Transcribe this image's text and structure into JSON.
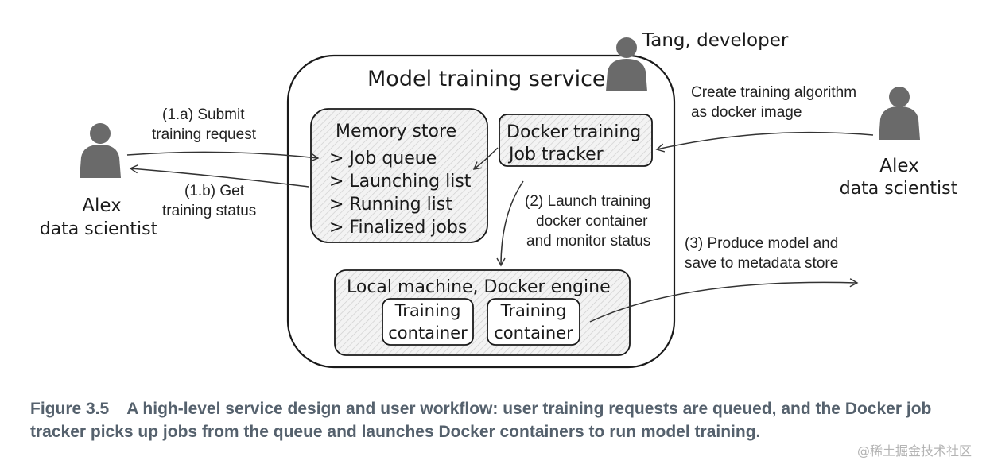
{
  "service": {
    "title": "Model training service",
    "developer": "Tang, developer"
  },
  "memory_store": {
    "title": "Memory store",
    "items": [
      "> Job queue",
      "> Launching list",
      "> Running list",
      "> Finalized jobs"
    ]
  },
  "tracker": {
    "line1": "Docker training",
    "line2": "Job tracker"
  },
  "engine": {
    "title": "Local machine, Docker engine",
    "containers": [
      {
        "line1": "Training",
        "line2": "container"
      },
      {
        "line1": "Training",
        "line2": "container"
      }
    ]
  },
  "left_user": {
    "name": "Alex",
    "role": "data scientist"
  },
  "right_user": {
    "name": "Alex",
    "role": "data scientist"
  },
  "labels": {
    "submit": [
      "(1.a) Submit",
      "training request"
    ],
    "status": [
      "(1.b) Get",
      "training status"
    ],
    "launch": [
      "(2) Launch training",
      "docker container",
      "and monitor status"
    ],
    "produce": [
      "(3) Produce model and",
      "save to metadata store"
    ],
    "create": [
      "Create training algorithm",
      "as docker image"
    ]
  },
  "caption": {
    "figure": "Figure 3.5",
    "text": "A high-level service design and user workflow: user training requests are queued, and the Docker job tracker picks up jobs from the queue and launches Docker containers to run model training."
  },
  "watermark": "@稀土掘金技术社区"
}
